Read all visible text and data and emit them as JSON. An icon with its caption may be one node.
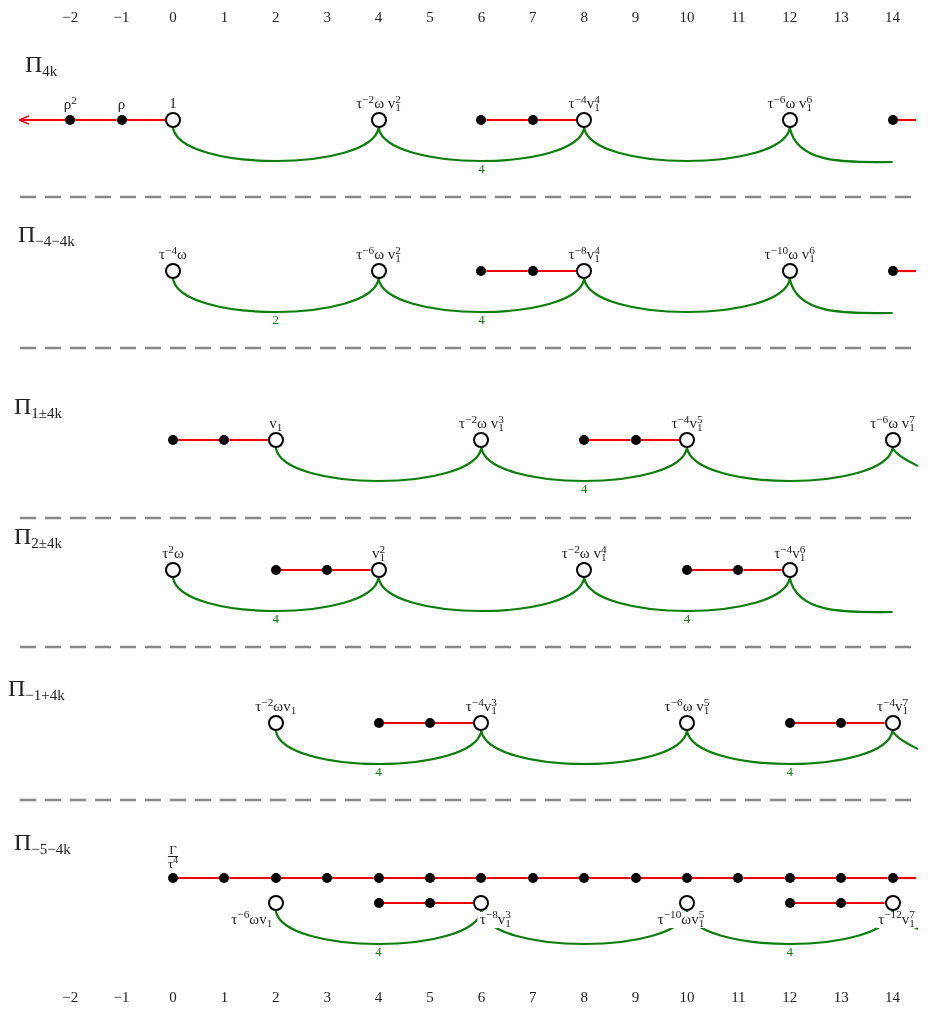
{
  "diagram": {
    "nodes": [
      {
        "text": [
          "ρ$^{2}$"
        ]
      },
      {
        "text": [
          "ρ"
        ]
      },
      {
        "text": [
          "1"
        ]
      },
      {
        "text": [
          "τ$^{−2}$ω v$_{1}$$^{2}$"
        ]
      },
      {
        "text": [],
        "shape": "circle"
      },
      {
        "text": [],
        "shape": "circle"
      },
      {
        "text": [
          "τ$^{−4}$v$_{1}$$^{4}$"
        ]
      },
      {
        "text": [
          "τ$^{−6}$ω v$_{1}$$^{6}$"
        ]
      },
      {
        "text": [],
        "shape": "circle"
      },
      {
        "text": [
          "τ$^{−4}$ω"
        ]
      },
      {
        "text": [
          "τ$^{−6}$ω v$_{1}$$^{2}$"
        ]
      },
      {
        "text": [],
        "shape": "circle"
      },
      {
        "text": [],
        "shape": "circle"
      },
      {
        "text": [
          "τ$^{−8}$v$_{1}$$^{4}$"
        ]
      },
      {
        "text": [
          "τ$^{−10}$ω v$_{1}$$^{6}$"
        ]
      },
      {
        "text": [],
        "shape": "circle"
      },
      {
        "text": [],
        "shape": "circle"
      },
      {
        "text": [],
        "shape": "circle"
      },
      {
        "text": [
          "v$_{1}$"
        ]
      },
      {
        "text": [
          "τ$^{−2}$ω v$_{1}$$^{3}$"
        ]
      },
      {
        "text": [],
        "shape": "circle"
      },
      {
        "text": [],
        "shape": "circle"
      },
      {
        "text": [
          "τ$^{−4}$v$_{1}$$^{5}$"
        ]
      },
      {
        "text": [
          "τ$^{−6}$ω v$_{1}$$^{7}$"
        ]
      },
      {
        "text": [
          "τ$^{2}$ω"
        ]
      },
      {
        "text": [],
        "shape": "circle"
      },
      {
        "text": [],
        "shape": "circle"
      },
      {
        "text": [
          "v$_{1}$$^{2}$"
        ]
      },
      {
        "text": [
          "τ$^{−2}$ω v$_{1}$$^{4}$"
        ]
      },
      {
        "text": [],
        "shape": "circle"
      },
      {
        "text": [],
        "shape": "circle"
      },
      {
        "text": [
          "τ$^{−4}$v$_{1}$$^{6}$"
        ]
      },
      {
        "text": [
          "τ$^{−2}$ωv$_{1}$"
        ]
      },
      {
        "text": [],
        "shape": "circle"
      },
      {
        "text": [],
        "shape": "circle"
      },
      {
        "text": [
          "τ$^{−4}$v$_{1}$$^{3}$"
        ]
      },
      {
        "text": [
          "τ$^{−6}$ω v$_{1}$$^{5}$"
        ]
      },
      {
        "text": [],
        "shape": "circle"
      },
      {
        "text": [],
        "shape": "circle"
      },
      {
        "text": [
          "τ$^{−4}$v$_{1}$$^{7}$"
        ]
      },
      {
        "text": [
          "Γ",
          "τ$^{4}$"
        ]
      },
      {
        "text": [],
        "shape": "circle"
      },
      {
        "text": [],
        "shape": "circle"
      },
      {
        "text": [],
        "shape": "circle"
      },
      {
        "text": [],
        "shape": "circle"
      },
      {
        "text": [],
        "shape": "circle"
      },
      {
        "text": [],
        "shape": "circle"
      },
      {
        "text": [],
        "shape": "circle"
      },
      {
        "text": [],
        "shape": "circle"
      },
      {
        "text": [],
        "shape": "circle"
      },
      {
        "text": [],
        "shape": "circle"
      },
      {
        "text": [],
        "shape": "circle"
      },
      {
        "text": [],
        "shape": "circle"
      },
      {
        "text": [],
        "shape": "circle"
      },
      {
        "text": [],
        "shape": "circle"
      },
      {
        "text": [
          "τ$^{−6}$ωv$_{1}$"
        ]
      },
      {
        "text": [],
        "shape": "circle"
      },
      {
        "text": [],
        "shape": "circle"
      },
      {
        "text": [
          "τ$^{−8}$v$_{1}$$^{3}$"
        ]
      },
      {
        "text": [
          "τ$^{−10}$ωv$_{1}$$^{5}$"
        ]
      },
      {
        "text": [],
        "shape": "circle"
      },
      {
        "text": [],
        "shape": "circle"
      },
      {
        "text": [
          "τ$^{−12}$v$_{1}$$^{7}$"
        ]
      }
    ],
    "edges": [
      {
        "from": 2,
        "to": 1,
        "arrow": "none"
      },
      {
        "from": 1,
        "to": 0,
        "arrow": "none"
      },
      {
        "from": 0,
        "to": null,
        "arrow": "to"
      },
      {
        "from": 4,
        "to": 5,
        "arrow": "none"
      },
      {
        "from": 5,
        "to": 6,
        "arrow": "none"
      },
      {
        "from": 8,
        "to": null,
        "arrow": "none"
      },
      {
        "from": 2,
        "to": 3,
        "arrow": "none",
        "color": "#0a7d0a"
      },
      {
        "from": 3,
        "to": 6,
        "arrow": "none",
        "color": "#0a7d0a",
        "label": "4"
      },
      {
        "from": 6,
        "to": 7,
        "arrow": "none",
        "color": "#0a7d0a"
      },
      {
        "from": 7,
        "to": null,
        "arrow": "none",
        "color": "#0a7d0a"
      },
      {
        "from": 11,
        "to": 12,
        "arrow": "none"
      },
      {
        "from": 12,
        "to": 13,
        "arrow": "none"
      },
      {
        "from": 15,
        "to": null,
        "arrow": "none"
      },
      {
        "from": 9,
        "to": 10,
        "arrow": "none",
        "color": "#0a7d0a",
        "label": "2"
      },
      {
        "from": 10,
        "to": 13,
        "arrow": "none",
        "color": "#0a7d0a",
        "label": "4"
      },
      {
        "from": 13,
        "to": 14,
        "arrow": "none",
        "color": "#0a7d0a"
      },
      {
        "from": 14,
        "to": null,
        "arrow": "none",
        "color": "#0a7d0a"
      },
      {
        "from": 16,
        "to": 17,
        "arrow": "none"
      },
      {
        "from": 17,
        "to": 18,
        "arrow": "none"
      },
      {
        "from": 20,
        "to": 21,
        "arrow": "none"
      },
      {
        "from": 21,
        "to": 22,
        "arrow": "none"
      },
      {
        "from": 18,
        "to": 19,
        "arrow": "none",
        "color": "#0a7d0a"
      },
      {
        "from": 19,
        "to": 22,
        "arrow": "none",
        "color": "#0a7d0a",
        "label": "4"
      },
      {
        "from": 22,
        "to": 23,
        "arrow": "none",
        "color": "#0a7d0a"
      },
      {
        "from": 23,
        "to": null,
        "arrow": "none",
        "color": "#0a7d0a"
      },
      {
        "from": 25,
        "to": 26,
        "arrow": "none"
      },
      {
        "from": 26,
        "to": 27,
        "arrow": "none"
      },
      {
        "from": 29,
        "to": 30,
        "arrow": "none"
      },
      {
        "from": 30,
        "to": 31,
        "arrow": "none"
      },
      {
        "from": 24,
        "to": 27,
        "arrow": "none",
        "color": "#0a7d0a",
        "label": "4"
      },
      {
        "from": 27,
        "to": 28,
        "arrow": "none",
        "color": "#0a7d0a"
      },
      {
        "from": 28,
        "to": 31,
        "arrow": "none",
        "color": "#0a7d0a",
        "label": "4"
      },
      {
        "from": 31,
        "to": null,
        "arrow": "none",
        "color": "#0a7d0a"
      },
      {
        "from": 33,
        "to": 34,
        "arrow": "none"
      },
      {
        "from": 34,
        "to": 35,
        "arrow": "none"
      },
      {
        "from": 37,
        "to": 38,
        "arrow": "none"
      },
      {
        "from": 38,
        "to": 39,
        "arrow": "none"
      },
      {
        "from": 32,
        "to": 35,
        "arrow": "none",
        "color": "#0a7d0a",
        "label": "4"
      },
      {
        "from": 35,
        "to": 36,
        "arrow": "none",
        "color": "#0a7d0a"
      },
      {
        "from": 36,
        "to": 39,
        "arrow": "none",
        "color": "#0a7d0a",
        "label": "4"
      },
      {
        "from": 39,
        "to": null,
        "arrow": "none",
        "color": "#0a7d0a"
      },
      {
        "from": 40,
        "to": 41,
        "arrow": "none"
      },
      {
        "from": 41,
        "to": 42,
        "arrow": "none"
      },
      {
        "from": 42,
        "to": 43,
        "arrow": "none"
      },
      {
        "from": 43,
        "to": 44,
        "arrow": "none"
      },
      {
        "from": 44,
        "to": 45,
        "arrow": "none"
      },
      {
        "from": 45,
        "to": 46,
        "arrow": "none"
      },
      {
        "from": 46,
        "to": 47,
        "arrow": "none"
      },
      {
        "from": 47,
        "to": 48,
        "arrow": "none"
      },
      {
        "from": 48,
        "to": 49,
        "arrow": "none"
      },
      {
        "from": 49,
        "to": 50,
        "arrow": "none"
      },
      {
        "from": 50,
        "to": 51,
        "arrow": "none"
      },
      {
        "from": 51,
        "to": 52,
        "arrow": "none"
      },
      {
        "from": 52,
        "to": 53,
        "arrow": "none"
      },
      {
        "from": 53,
        "to": 54,
        "arrow": "none"
      },
      {
        "from": 54,
        "to": null,
        "arrow": "none"
      },
      {
        "from": 56,
        "to": 57,
        "arrow": "none"
      },
      {
        "from": 57,
        "to": 58,
        "arrow": "none"
      },
      {
        "from": 60,
        "to": 61,
        "arrow": "none"
      },
      {
        "from": 61,
        "to": 62,
        "arrow": "none"
      },
      {
        "from": 55,
        "to": 58,
        "arrow": "none",
        "color": "#0a7d0a",
        "label": "4"
      },
      {
        "from": 58,
        "to": 59,
        "arrow": "none",
        "color": "#0a7d0a"
      },
      {
        "from": 59,
        "to": 62,
        "arrow": "none",
        "color": "#0a7d0a",
        "label": "4"
      },
      {
        "from": 62,
        "to": null,
        "arrow": "none",
        "color": "#0a7d0a"
      }
    ],
    "labels": [
      "−2",
      "−1",
      "0",
      "1",
      "2",
      "3",
      "4",
      "5",
      "6",
      "7",
      "8",
      "9",
      "10",
      "11",
      "12",
      "13",
      "14",
      "Π$_{4k}$",
      "Π$_{−4−4k}$",
      "Π$_{1±4k}$",
      "Π$_{2±4k}$",
      "Π$_{−1+4k}$",
      "Π$_{−5−4k}$",
      "−2",
      "−1",
      "0",
      "1",
      "2",
      "3",
      "4",
      "5",
      "6",
      "7",
      "8",
      "9",
      "10",
      "11",
      "12",
      "13",
      "14"
    ]
  }
}
